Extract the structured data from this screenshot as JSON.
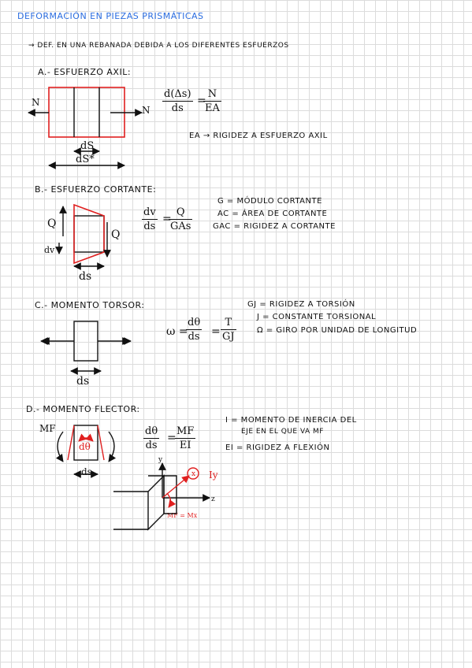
{
  "title": "DEFORMACIÓN EN PIEZAS PRISMÁTICAS",
  "intro": "→ DEF. EN UNA REBANADA DEBIDA A LOS DIFERENTES ESFUERZOS",
  "sections": {
    "axil": {
      "heading": "A.- ESFUERZO AXIL:",
      "label_left": "N",
      "label_right": "N",
      "dim1": "dS",
      "dim2": "dS*",
      "frac_num": "d(Δs)",
      "frac_den": "ds",
      "rhs_num": "N",
      "rhs_den": "EA",
      "note": "EA → RIGIDEZ A ESFUERZO AXIL"
    },
    "cortante": {
      "heading": "B.- ESFUERZO CORTANTE:",
      "label_q_left": "Q",
      "label_q_right": "Q",
      "label_dv": "dv",
      "dim": "ds",
      "frac_num": "dv",
      "frac_den": "ds",
      "rhs_num": "Q",
      "rhs_den": "GAs",
      "defs": [
        "G = MÓDULO CORTANTE",
        "Ac = ÁREA DE CORTANTE",
        "GAc = RIGIDEZ A CORTANTE"
      ]
    },
    "torsor": {
      "heading": "C.- MOMENTO TORSOR:",
      "dim": "ds",
      "lhs": "ω =",
      "frac_num": "dθ",
      "frac_den": "ds",
      "rhs_num": "T",
      "rhs_den": "GJ",
      "defs": [
        "GJ = RIGIDEZ A TORSIÓN",
        "J = CONSTANTE TORSIONAL",
        "ω = GIRO POR UNIDAD DE LONGITUD"
      ]
    },
    "flector": {
      "heading": "D.- MOMENTO FLECTOR:",
      "label_m": "MF",
      "label_dtheta": "dθ",
      "dim": "ds",
      "frac_num": "dθ",
      "frac_den": "ds",
      "rhs_num": "MF",
      "rhs_den": "EI",
      "defs": [
        "I = MOMENTO DE INERCIA DEL",
        "EJE EN EL QUE VA MF",
        "EI = RIGIDEZ A FLEXIÓN"
      ],
      "axis_y": "y",
      "axis_z": "z",
      "axis_x": "x",
      "label_iy": "Iy",
      "label_mf_mx": "MF = Mx"
    }
  },
  "colors": {
    "title": "#2b6de0",
    "accent_red": "#e02020",
    "ink": "#111111",
    "grid": "#dcdcdc"
  }
}
